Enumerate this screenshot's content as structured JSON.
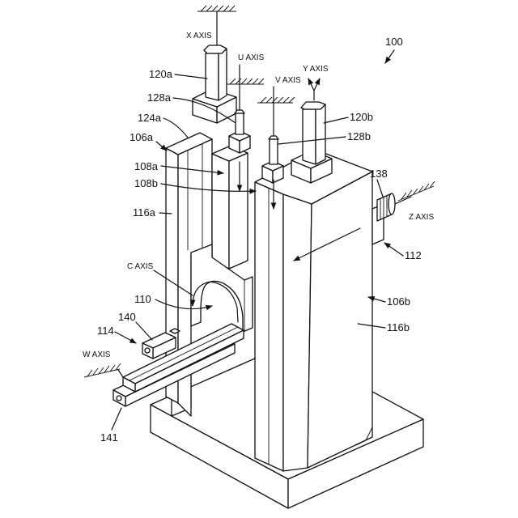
{
  "figure": {
    "ref_number": "100",
    "axes": {
      "x": "X AXIS",
      "u": "U AXIS",
      "v": "V AXIS",
      "y": "Y AXIS",
      "z": "Z AXIS",
      "c": "C AXIS",
      "w": "W AXIS"
    },
    "refs": {
      "r120a": "120a",
      "r128a": "128a",
      "r124a": "124a",
      "r106a": "106a",
      "r108a": "108a",
      "r108b": "108b",
      "r116a": "116a",
      "r120b": "120b",
      "r128b": "128b",
      "r138": "138",
      "r112": "112",
      "r110": "110",
      "r106b": "106b",
      "r116b": "116b",
      "r140": "140",
      "r114": "114",
      "r141": "141"
    }
  }
}
